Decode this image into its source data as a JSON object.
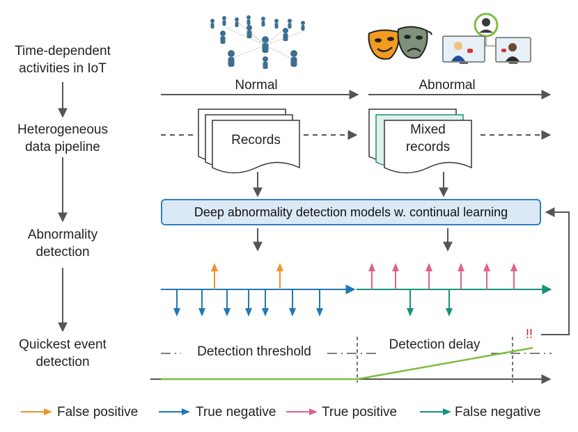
{
  "steps": [
    {
      "line1": "Time-dependent",
      "line2": "activities in IoT"
    },
    {
      "line1": "Heterogeneous",
      "line2": "data pipeline"
    },
    {
      "line1": "Abnormality",
      "line2": "detection"
    },
    {
      "line1": "Quickest event",
      "line2": "detection"
    }
  ],
  "phases": {
    "normal": "Normal",
    "abnormal": "Abnormal"
  },
  "documents": {
    "normal": "Records",
    "abnormal_line1": "Mixed",
    "abnormal_line2": "records"
  },
  "model_box": "Deep abnormality detection models w. continual learning",
  "detection": {
    "threshold": "Detection threshold",
    "delay": "Detection delay",
    "alarm": "!!"
  },
  "legend": [
    {
      "label": "False positive",
      "color": "#f0922b"
    },
    {
      "label": "True negative",
      "color": "#1f78b4"
    },
    {
      "label": "True positive",
      "color": "#e0608f"
    },
    {
      "label": "False negative",
      "color": "#17917a"
    }
  ],
  "icons": [
    "crowd-network-icon",
    "theater-masks-icon",
    "video-call-icon"
  ],
  "colors": {
    "arrow": "#555555",
    "statistic": "#7cbd3e",
    "box_fill": "#dbe9f6",
    "box_border": "#2f7fc0",
    "alarm": "#cc1f1f"
  }
}
